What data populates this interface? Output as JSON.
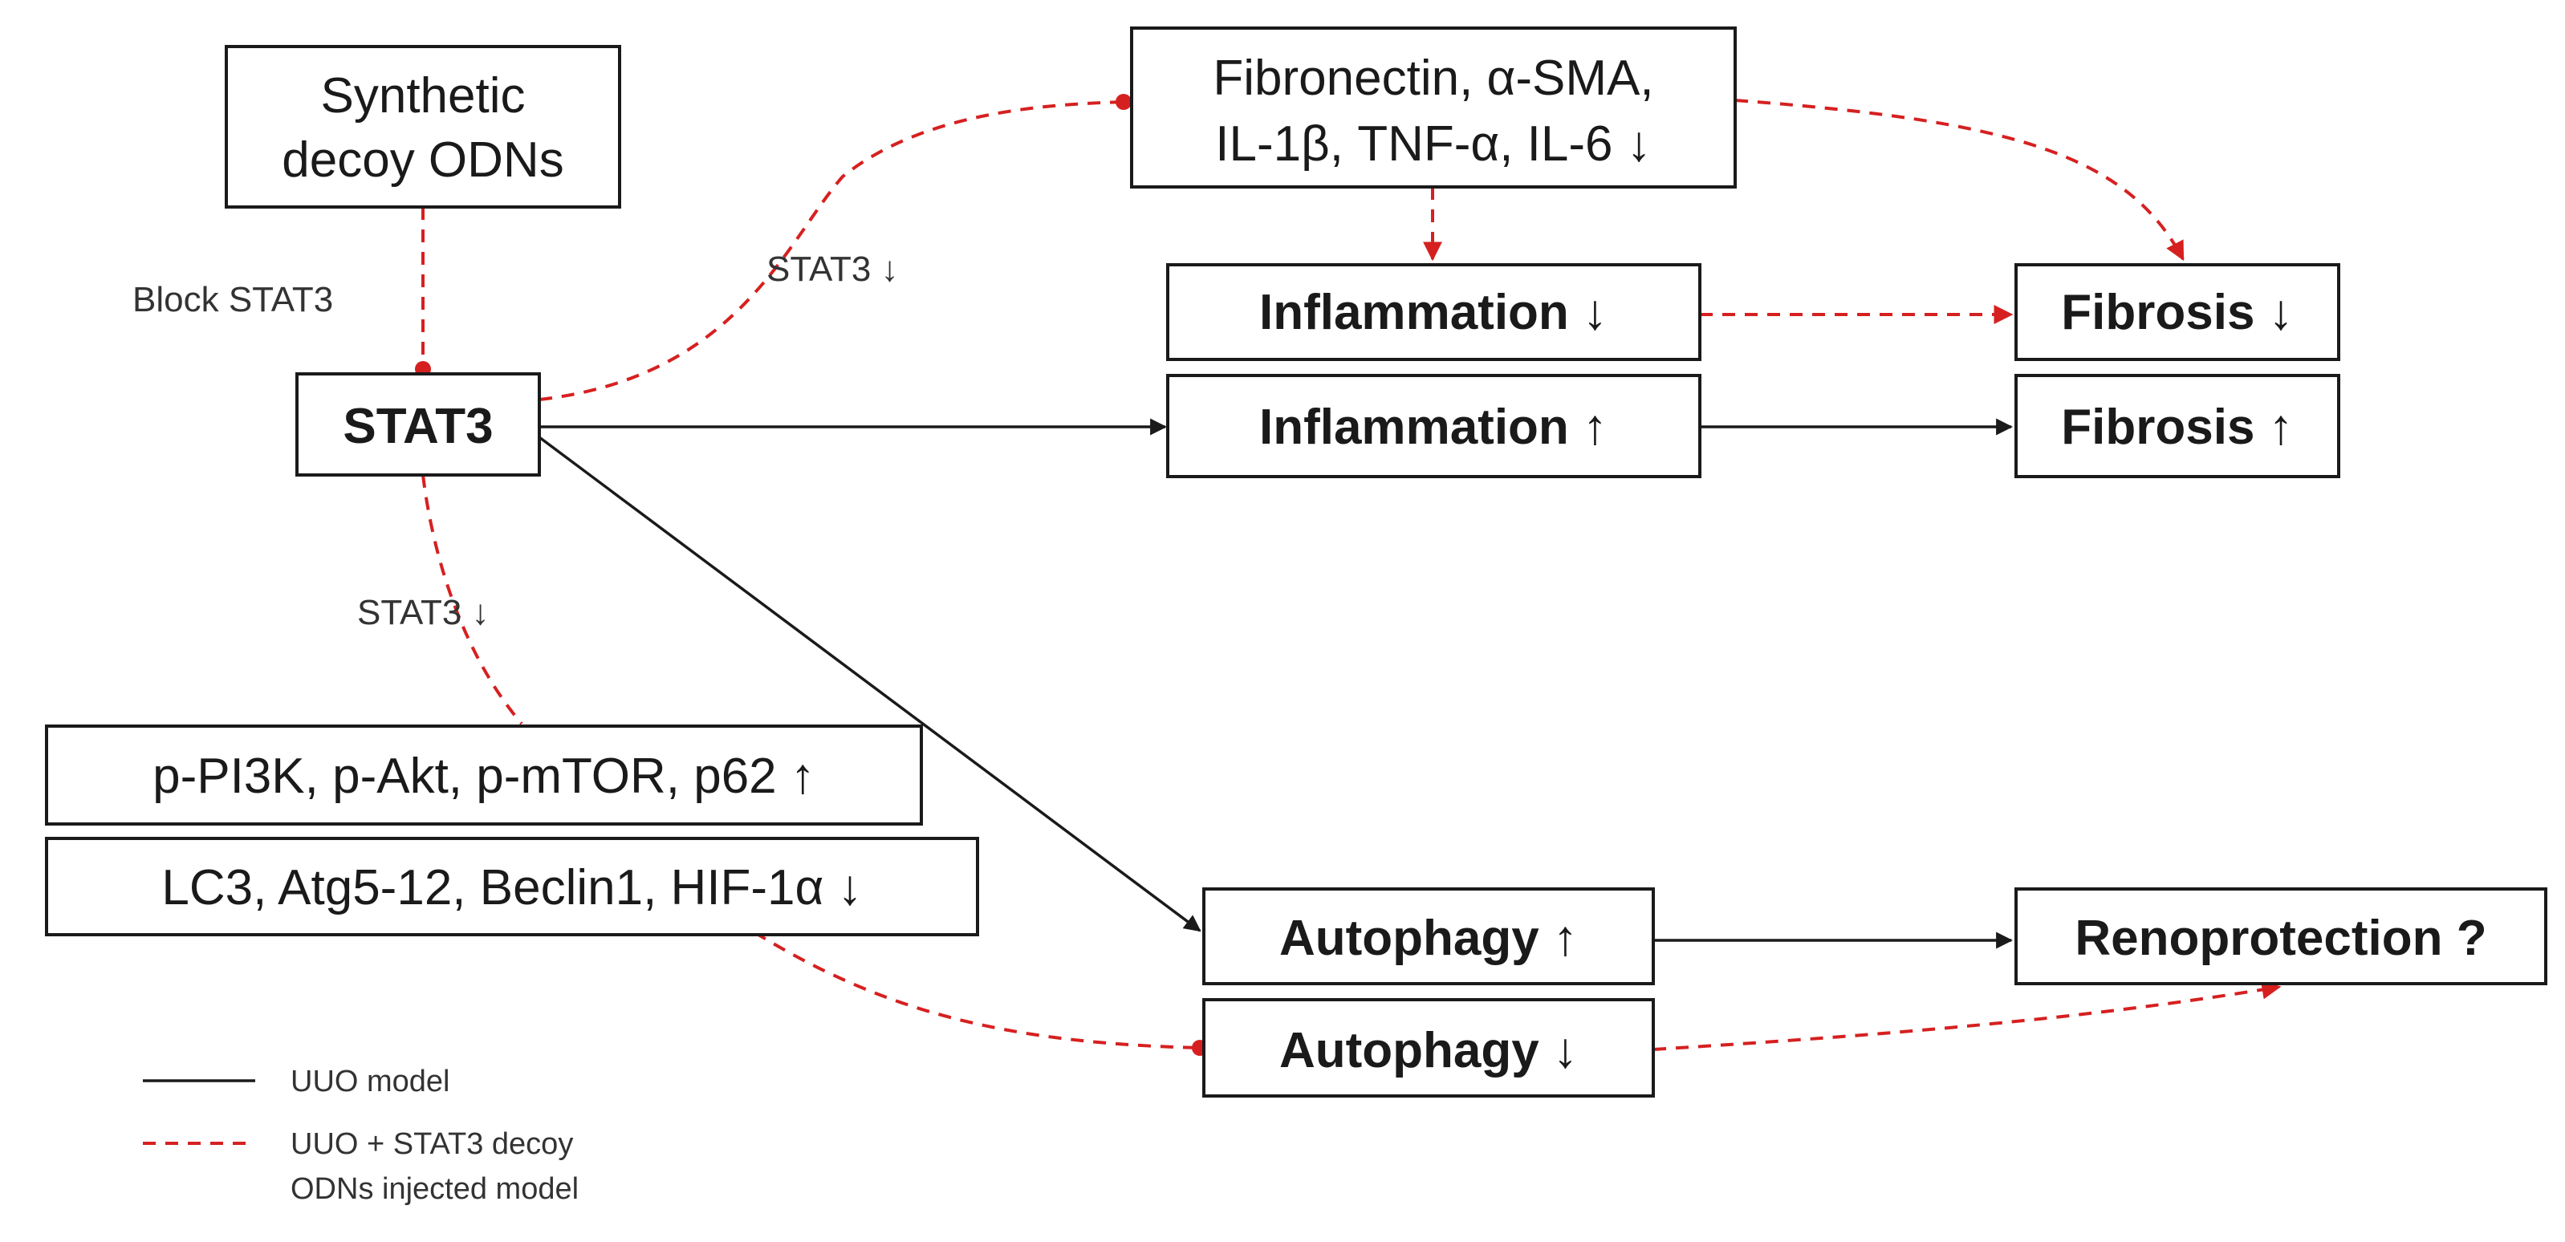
{
  "nodes": {
    "synthetic_line1": "Synthetic",
    "synthetic_line2": "decoy ODNs",
    "stat3": "STAT3",
    "markers_line1": "Fibronectin, α-SMA,",
    "markers_line2": "IL-1β, TNF-α, IL-6 ↓",
    "inflammation_down": "Inflammation ↓",
    "inflammation_up": "Inflammation ↑",
    "fibrosis_down": "Fibrosis ↓",
    "fibrosis_up": "Fibrosis ↑",
    "pi3k": "p-PI3K, p-Akt, p-mTOR, p62 ↑",
    "lc3": "LC3, Atg5-12, Beclin1, HIF-1α ↓",
    "autophagy_up": "Autophagy ↑",
    "autophagy_down": "Autophagy ↓",
    "renoprotection": "Renoprotection ?"
  },
  "edge_labels": {
    "block_stat3": "Block STAT3",
    "stat3_down_upper": "STAT3 ↓",
    "stat3_down_lower": "STAT3 ↓"
  },
  "legend": {
    "uuo_model": "UUO model",
    "decoy_line1": "UUO + STAT3 decoy",
    "decoy_line2": "ODNs injected model"
  },
  "colors": {
    "solid_line": "#1a1a1a",
    "dashed_line": "#d62020"
  }
}
